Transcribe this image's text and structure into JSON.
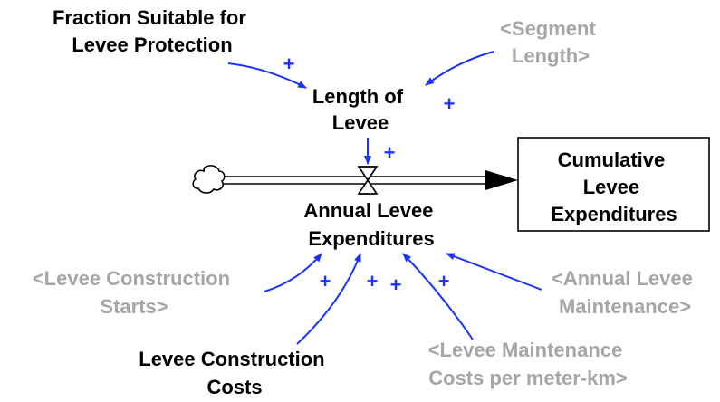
{
  "colors": {
    "variable_text": "#000000",
    "shadow_text": "#a6a6a6",
    "causal_arrow": "#1a33ff",
    "polarity": "#1a33ff",
    "flow": "#000000"
  },
  "variables": {
    "fraction_suitable": [
      "Fraction Suitable for",
      "Levee Protection"
    ],
    "segment_length": [
      "<Segment",
      "Length>"
    ],
    "length_of_levee": [
      "Length of",
      "Levee"
    ],
    "annual_levee_expenditures": [
      "Annual Levee",
      "Expenditures"
    ],
    "cumulative_levee_expenditures": [
      "Cumulative",
      "Levee",
      "Expenditures"
    ],
    "levee_construction_starts": [
      "<Levee Construction",
      "Starts>"
    ],
    "levee_construction_costs": [
      "Levee Construction",
      "Costs"
    ],
    "levee_maintenance_costs": [
      "<Levee Maintenance",
      "Costs per meter-km>"
    ],
    "annual_levee_maintenance": [
      "<Annual Levee",
      "Maintenance>"
    ]
  },
  "polarity_sign": "+",
  "icons": {
    "source_cloud": "cloud-icon",
    "flow_valve": "valve-icon"
  }
}
